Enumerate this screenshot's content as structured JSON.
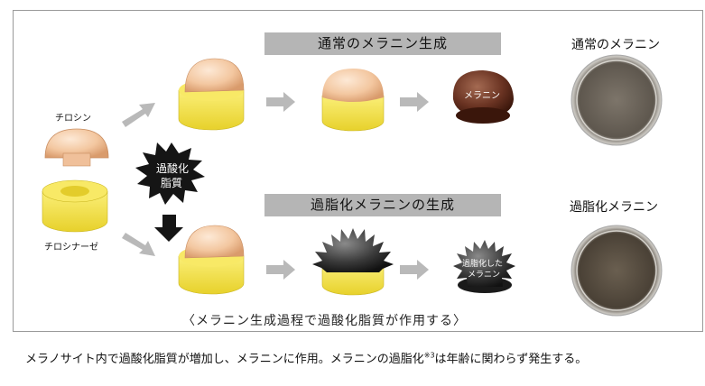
{
  "banners": {
    "normal": "通常のメラニン生成",
    "peroxidized": "過脂化メラニンの生成"
  },
  "dish_labels": {
    "normal": "通常のメラニン",
    "peroxidized": "過脂化メラニン"
  },
  "components": {
    "tyrosine": "チロシン",
    "tyrosinase": "チロシナーゼ"
  },
  "lipid_burst": {
    "line1": "過酸化",
    "line2": "脂質"
  },
  "melanin_label": "メラニン",
  "peroxidized_melanin_label": {
    "line1": "過脂化した",
    "line2": "メラニン"
  },
  "caption": "〈メラニン生成過程で過酸化脂質が作用する〉",
  "footer": {
    "text_before": "メラノサイト内で過酸化脂質が増加し、メラニンに作用。メラニンの過脂化",
    "superscript": "※3",
    "text_after": "は年齢に関わらず発生する。"
  },
  "colors": {
    "banner_bg": "#b5b5b5",
    "yellow": "#f5e64a",
    "peach": "#f3c7a0",
    "melanin_brown": "#5b2b1c",
    "black_burst": "#151515",
    "arrow_gray": "#b9b9b9"
  }
}
